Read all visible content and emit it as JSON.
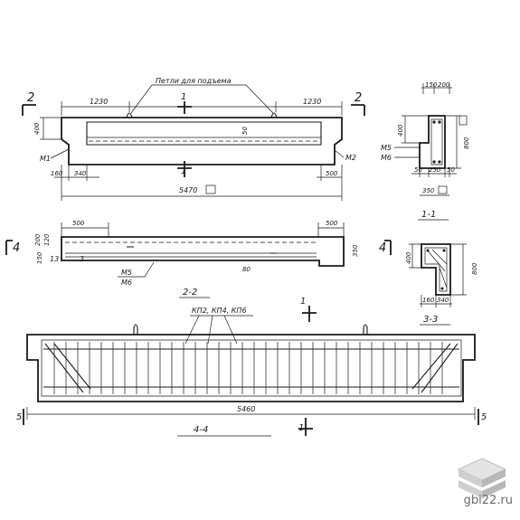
{
  "elevation": {
    "caption": "Петли для подъема",
    "dim_left": "1230",
    "dim_right": "1230",
    "dim_height": "400",
    "dim_50": "50",
    "dim_160": "160",
    "dim_340": "340",
    "dim_500": "500",
    "dim_total": "5470",
    "tag_m1": "M1",
    "tag_m2": "M2",
    "sec2_left": "2",
    "sec2_right": "2",
    "sec1_top": "1",
    "sec1_bottom": "1"
  },
  "section_1_1": {
    "title": "1-1",
    "dim_150": "150",
    "dim_200": "200",
    "dim_400": "400",
    "dim_800": "800",
    "dim_50a": "50",
    "dim_250": "250",
    "dim_50b": "50",
    "dim_350": "350",
    "tag_m5": "M5",
    "tag_m6": "M6"
  },
  "section_2_2": {
    "title": "2-2",
    "dim_500_left": "500",
    "dim_500_right": "500",
    "dim_200": "200",
    "dim_120": "120",
    "dim_150": "150",
    "dim_350": "350",
    "dim_80": "80",
    "num_13": "13",
    "num_3": "3",
    "tag_m5": "M5",
    "tag_m6": "M6",
    "sec4_left": "4",
    "sec4_right": "4"
  },
  "section_3_3": {
    "title": "3-3",
    "dim_400": "400",
    "dim_800": "800",
    "dim_160": "160",
    "dim_340": "340"
  },
  "section_4_4": {
    "title": "4-4",
    "cages": "КП2, КП4, КП6",
    "dim_total": "5460",
    "sec5_left": "5",
    "sec5_right": "5",
    "sec1_top": "1",
    "sec1_bottom": "1"
  },
  "watermark": {
    "text": "gbi22.ru"
  }
}
